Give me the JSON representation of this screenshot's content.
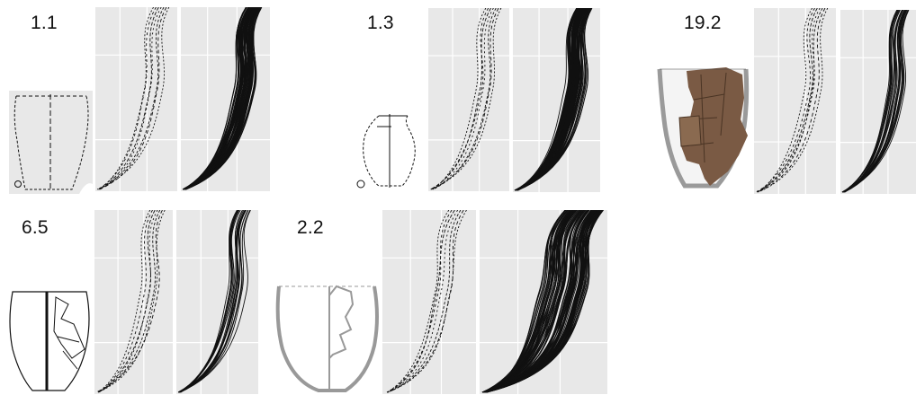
{
  "figure": {
    "groups": [
      {
        "id": "1.1",
        "label": "1.1",
        "variant": "narrow",
        "dense_strokes": 80
      },
      {
        "id": "1.3",
        "label": "1.3",
        "variant": "narrow",
        "dense_strokes": 70
      },
      {
        "id": "19.2",
        "label": "19.2",
        "variant": "photo",
        "dense_strokes": 26
      },
      {
        "id": "6.5",
        "label": "6.5",
        "variant": "narrow",
        "dense_strokes": 22
      },
      {
        "id": "2.2",
        "label": "2.2",
        "variant": "wide",
        "dense_strokes": 110
      }
    ]
  },
  "colors": {
    "panel_bg": "#e8e8e8",
    "grid": "#ffffff",
    "stroke": "#111111",
    "photo": "#7a5a44"
  }
}
